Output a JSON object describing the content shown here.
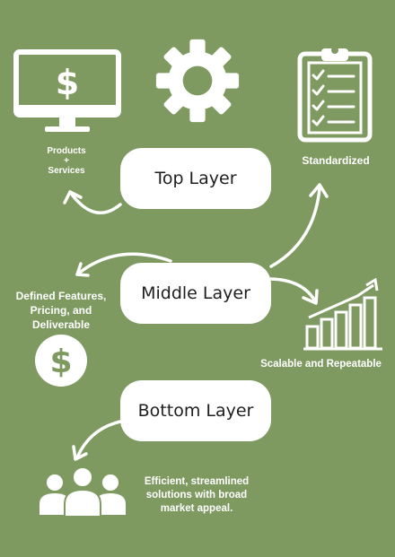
{
  "layers": {
    "top": "Top Layer",
    "middle": "Middle Layer",
    "bottom": "Bottom Layer"
  },
  "labels": {
    "products_line1": "Products",
    "products_plus": "+",
    "products_line2": "Services",
    "standardized": "Standardized",
    "defined_line1": "Defined Features,",
    "defined_line2": "Pricing, and",
    "defined_line3": "Deliverable",
    "scalable": "Scalable and Repeatable",
    "efficient_line1": "Efficient, streamlined",
    "efficient_line2": "solutions with broad",
    "efficient_line3": "market appeal."
  },
  "monitor_symbol": "$",
  "coin_symbol": "$",
  "icons": [
    "monitor-dollar-icon",
    "gear-icon",
    "clipboard-checklist-icon",
    "dollar-coin-icon",
    "growth-bar-chart-icon",
    "people-group-icon"
  ],
  "colors": {
    "background": "#7f9a61",
    "foreground": "#ffffff",
    "pill_text": "#1e1e1e"
  }
}
